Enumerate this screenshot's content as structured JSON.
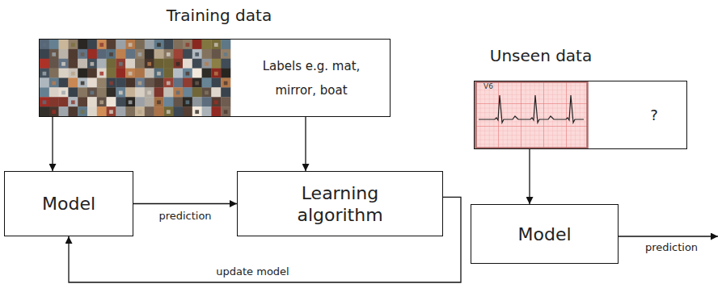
{
  "diagram": {
    "nodes": [
      {
        "text": [
          "Training data",
          "Labels e.g. mat, mirror, boat"
        ]
      },
      {
        "text": [
          "Model"
        ]
      },
      {
        "text": [
          "Learning algorithm"
        ]
      },
      {
        "text": [
          "Unseen data",
          "?"
        ]
      },
      {
        "text": [
          "Model"
        ]
      }
    ],
    "edges": [
      {
        "from": 0,
        "to": 1,
        "arrow": "to"
      },
      {
        "from": 0,
        "to": 2,
        "arrow": "to"
      },
      {
        "from": 1,
        "to": 2,
        "label": "prediction",
        "arrow": "to"
      },
      {
        "from": 2,
        "to": 1,
        "label": "update model",
        "arrow": "to"
      },
      {
        "from": 3,
        "to": 4,
        "arrow": "to"
      }
    ],
    "labels": [
      "V6",
      "prediction"
    ]
  }
}
